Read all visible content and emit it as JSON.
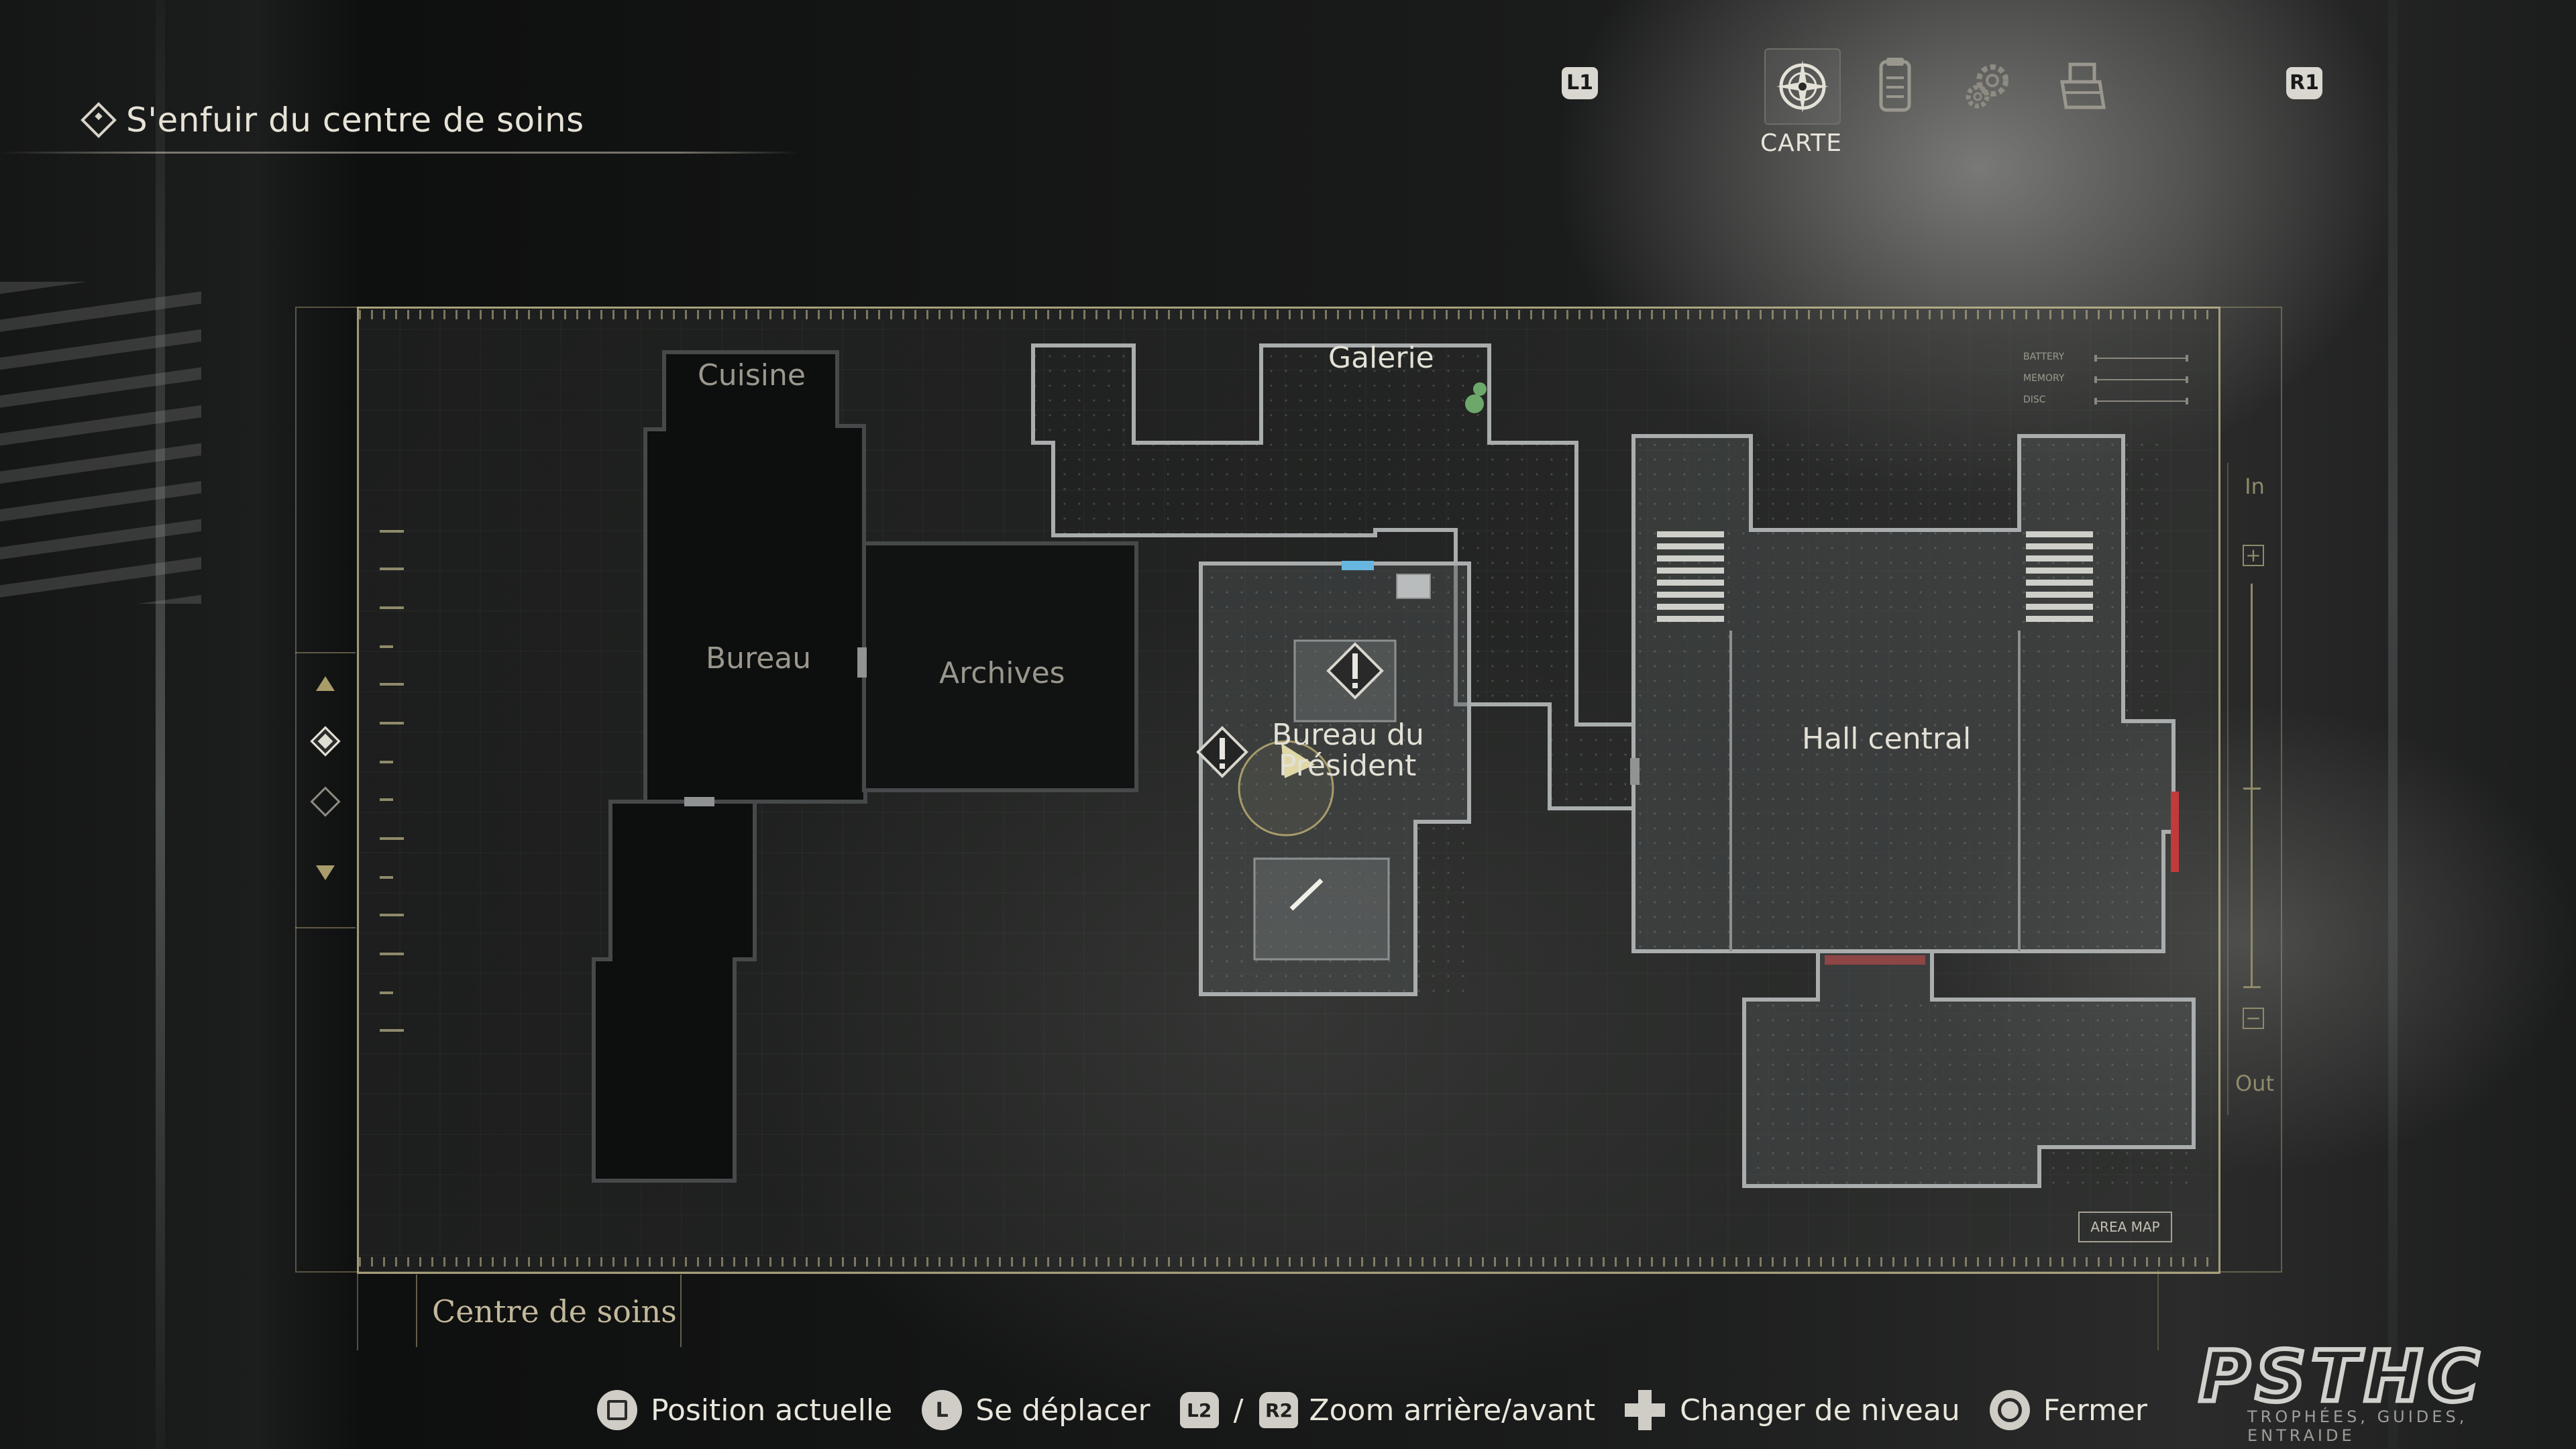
{
  "objective": {
    "title": "S'enfuir du centre de soins"
  },
  "tabs": {
    "left_shoulder": "L1",
    "right_shoulder": "R1",
    "items": [
      {
        "name": "map",
        "icon": "compass-icon",
        "label": "CARTE",
        "active": true
      },
      {
        "name": "files",
        "icon": "file-icon",
        "label": "",
        "active": false
      },
      {
        "name": "settings",
        "icon": "gear-icon",
        "label": "",
        "active": false
      },
      {
        "name": "inventory",
        "icon": "box-icon",
        "label": "",
        "active": false
      }
    ]
  },
  "map": {
    "rooms": {
      "cuisine": "Cuisine",
      "galerie": "Galerie",
      "bureau": "Bureau",
      "archives": "Archives",
      "bureau_president_1": "Bureau du",
      "bureau_president_2": "Président",
      "hall_central": "Hall central"
    },
    "stats": [
      {
        "label": "BATTERY"
      },
      {
        "label": "MEMORY"
      },
      {
        "label": "DISC"
      }
    ],
    "zoom": {
      "in": "In",
      "out": "Out",
      "plus": "+",
      "minus": "−"
    },
    "area_map_button": "AREA MAP",
    "area_name": "Centre de soins",
    "floor_levels": {
      "current": 1,
      "total": 2
    }
  },
  "controls": {
    "position": "Position actuelle",
    "move": "Se déplacer",
    "zoom_sep": "/",
    "zoom_l": "L2",
    "zoom_r": "R2",
    "zoom": "Zoom arrière/avant",
    "level": "Changer de niveau",
    "close": "Fermer"
  },
  "watermark": {
    "brand": "PSTHC",
    "tagline": "TROPHÉES, GUIDES, ENTRAIDE"
  }
}
